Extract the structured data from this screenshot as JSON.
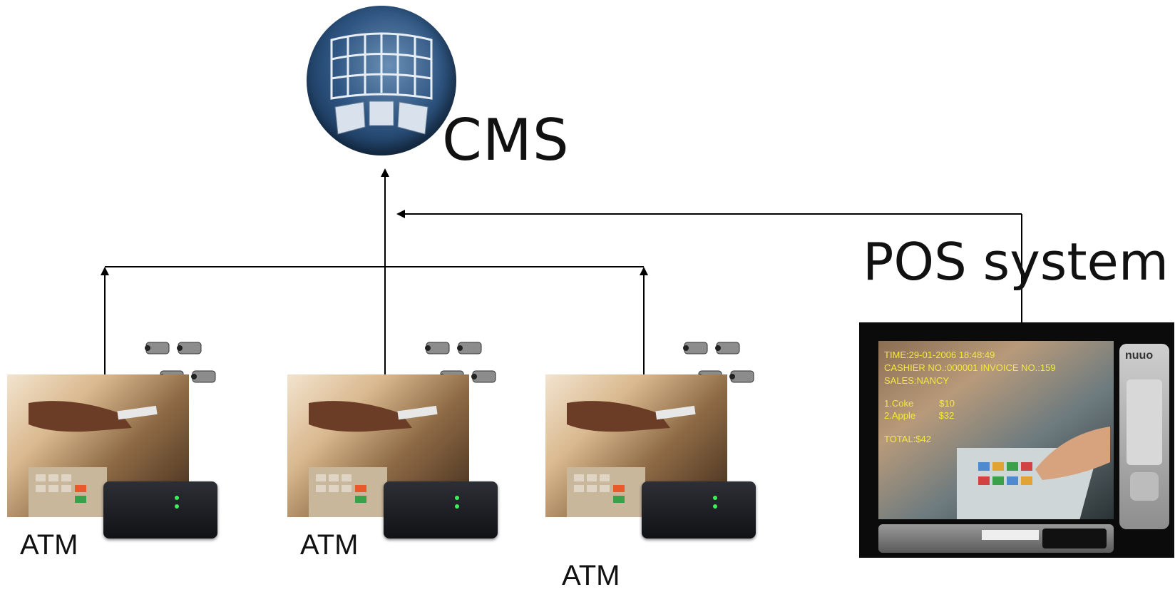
{
  "labels": {
    "cms": "CMS",
    "pos": "POS system",
    "atm": [
      "ATM",
      "ATM",
      "ATM"
    ]
  },
  "pos_screen": {
    "lines": [
      "TIME:29-01-2006 18:48:49",
      "CASHIER NO.:000001  INVOICE NO.:159",
      "SALES:NANCY",
      "1.Coke          $10",
      "2.Apple         $32",
      "TOTAL:$42"
    ],
    "brand": "nuuo"
  },
  "colors": {
    "line": "#000000",
    "pos_text": "#f4e93a",
    "globe": "#2f5682"
  },
  "icons": {
    "cms": "monitor-wall-globe-icon",
    "camera": "cctv-camera-icon",
    "dvr": "dvr-box-icon",
    "atm": "atm-photo-icon"
  }
}
